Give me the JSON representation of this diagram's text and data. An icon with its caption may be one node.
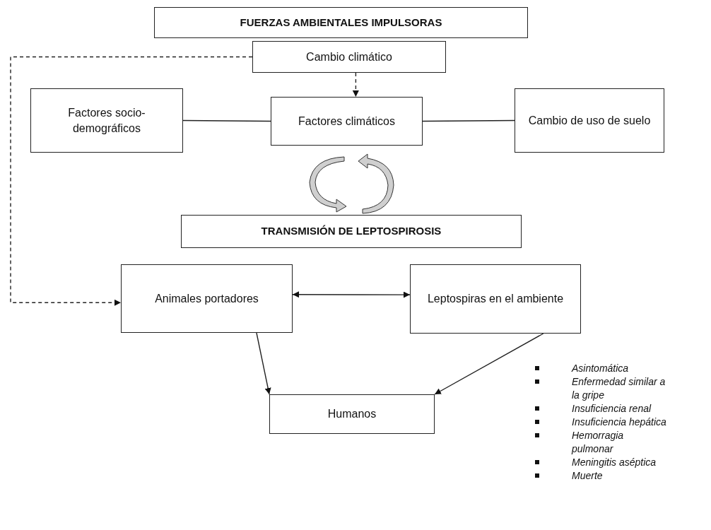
{
  "diagram": {
    "nodes": [
      {
        "text": [
          "FUERZAS AMBIENTALES IMPULSORAS"
        ]
      },
      {
        "text": [
          "Cambio climático"
        ]
      },
      {
        "text": [
          "Factores socio-demográficos"
        ]
      },
      {
        "text": [
          "Factores climáticos"
        ]
      },
      {
        "text": [
          "Cambio de uso de suelo"
        ]
      },
      {
        "text": [
          "TRANSMISIÓN DE LEPTOSPIROSIS"
        ]
      },
      {
        "text": [
          "Animales portadores"
        ]
      },
      {
        "text": [
          "Leptospiras en el ambiente"
        ]
      },
      {
        "text": [
          "Humanos"
        ]
      }
    ],
    "edges": [
      {
        "from": 1,
        "to": 3,
        "arrow": "to",
        "style": "dashed"
      },
      {
        "from": 1,
        "to": 6,
        "arrow": "to",
        "style": "dashed"
      },
      {
        "from": 2,
        "to": 3,
        "arrow": "none"
      },
      {
        "from": 3,
        "to": 4,
        "arrow": "none"
      },
      {
        "from": 6,
        "to": 7,
        "arrow": "both"
      },
      {
        "from": 6,
        "to": 8,
        "arrow": "to"
      },
      {
        "from": 7,
        "to": 8,
        "arrow": "to"
      }
    ],
    "labels": [
      "Asintomática",
      "Enfermedad similar a la gripe",
      "Insuficiencia renal",
      "Insuficiencia hepática",
      "Hemorragia pulmonar",
      "Meningitis aséptica",
      "Muerte"
    ]
  }
}
